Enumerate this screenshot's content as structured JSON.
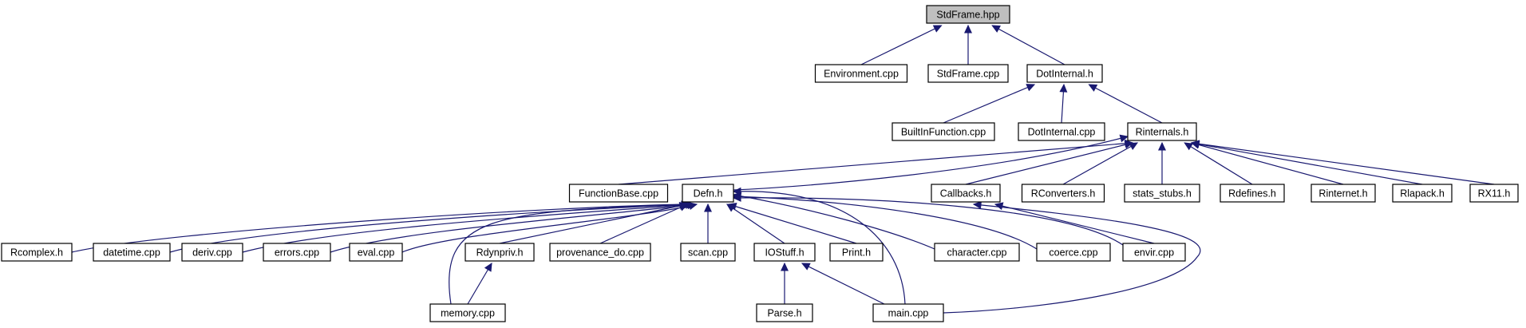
{
  "graph": {
    "colors": {
      "edge": "#191970",
      "root_fill": "#bfbfbf",
      "node_fill": "#ffffff",
      "border": "#000000"
    },
    "nodes": {
      "stdframe_hpp": "StdFrame.hpp",
      "environment_cpp": "Environment.cpp",
      "stdframe_cpp": "StdFrame.cpp",
      "dotinternal_h": "DotInternal.h",
      "builtinfunction_cpp": "BuiltInFunction.cpp",
      "dotinternal_cpp": "DotInternal.cpp",
      "rinternals_h": "Rinternals.h",
      "functionbase_cpp": "FunctionBase.cpp",
      "defn_h": "Defn.h",
      "callbacks_h": "Callbacks.h",
      "rconverters_h": "RConverters.h",
      "stats_stubs_h": "stats_stubs.h",
      "rdefines_h": "Rdefines.h",
      "rinternet_h": "Rinternet.h",
      "rlapack_h": "Rlapack.h",
      "rx11_h": "RX11.h",
      "rcomplex_h": "Rcomplex.h",
      "datetime_cpp": "datetime.cpp",
      "deriv_cpp": "deriv.cpp",
      "errors_cpp": "errors.cpp",
      "eval_cpp": "eval.cpp",
      "rdynpriv_h": "Rdynpriv.h",
      "provenance_do_cpp": "provenance_do.cpp",
      "scan_cpp": "scan.cpp",
      "iostuff_h": "IOStuff.h",
      "print_h": "Print.h",
      "character_cpp": "character.cpp",
      "coerce_cpp": "coerce.cpp",
      "envir_cpp": "envir.cpp",
      "memory_cpp": "memory.cpp",
      "parse_h": "Parse.h",
      "main_cpp": "main.cpp"
    },
    "edges": [
      [
        "stdframe_hpp",
        "environment_cpp"
      ],
      [
        "stdframe_hpp",
        "stdframe_cpp"
      ],
      [
        "stdframe_hpp",
        "dotinternal_h"
      ],
      [
        "dotinternal_h",
        "builtinfunction_cpp"
      ],
      [
        "dotinternal_h",
        "dotinternal_cpp"
      ],
      [
        "dotinternal_h",
        "rinternals_h"
      ],
      [
        "rinternals_h",
        "functionbase_cpp"
      ],
      [
        "rinternals_h",
        "defn_h"
      ],
      [
        "rinternals_h",
        "callbacks_h"
      ],
      [
        "rinternals_h",
        "rconverters_h"
      ],
      [
        "rinternals_h",
        "stats_stubs_h"
      ],
      [
        "rinternals_h",
        "rdefines_h"
      ],
      [
        "rinternals_h",
        "rinternet_h"
      ],
      [
        "rinternals_h",
        "rlapack_h"
      ],
      [
        "rinternals_h",
        "rx11_h"
      ],
      [
        "defn_h",
        "rcomplex_h"
      ],
      [
        "defn_h",
        "datetime_cpp"
      ],
      [
        "defn_h",
        "deriv_cpp"
      ],
      [
        "defn_h",
        "errors_cpp"
      ],
      [
        "defn_h",
        "eval_cpp"
      ],
      [
        "defn_h",
        "rdynpriv_h"
      ],
      [
        "defn_h",
        "provenance_do_cpp"
      ],
      [
        "defn_h",
        "scan_cpp"
      ],
      [
        "defn_h",
        "iostuff_h"
      ],
      [
        "defn_h",
        "print_h"
      ],
      [
        "defn_h",
        "character_cpp"
      ],
      [
        "defn_h",
        "coerce_cpp"
      ],
      [
        "defn_h",
        "envir_cpp"
      ],
      [
        "defn_h",
        "memory_cpp"
      ],
      [
        "defn_h",
        "main_cpp"
      ],
      [
        "callbacks_h",
        "envir_cpp"
      ],
      [
        "callbacks_h",
        "main_cpp"
      ],
      [
        "rdynpriv_h",
        "memory_cpp"
      ],
      [
        "iostuff_h",
        "parse_h"
      ],
      [
        "iostuff_h",
        "main_cpp"
      ]
    ]
  }
}
